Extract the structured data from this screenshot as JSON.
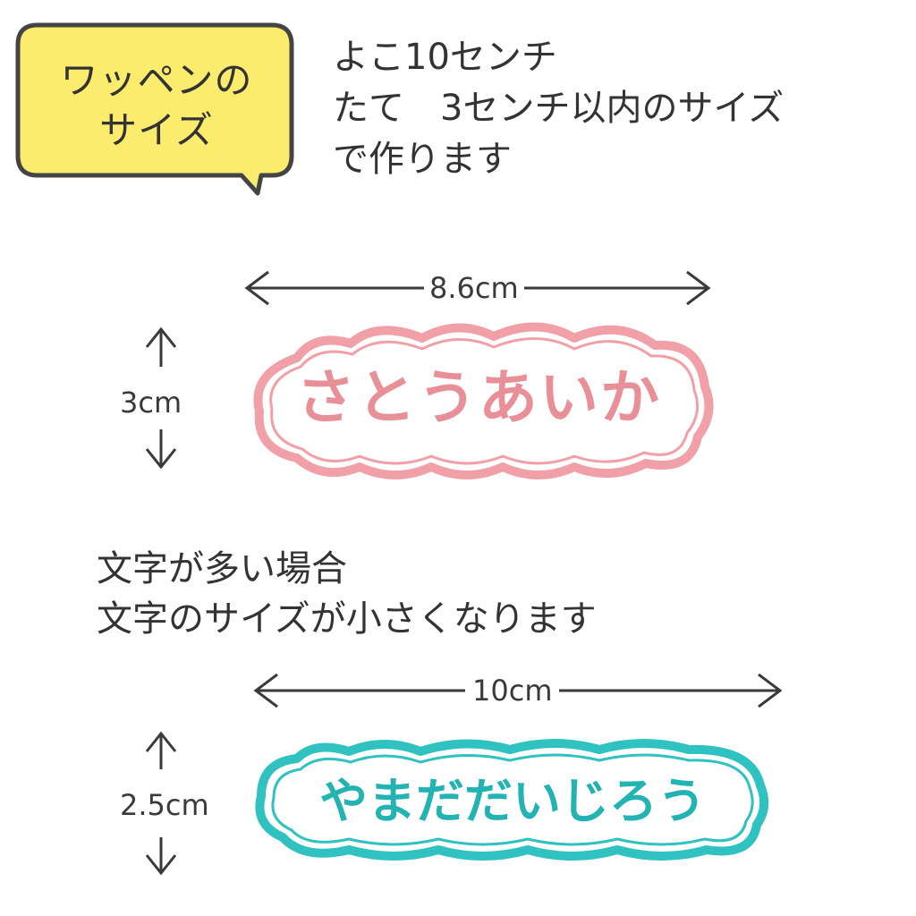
{
  "bubble": {
    "text": "ワッペンの\nサイズ",
    "fill": "#fcec6e",
    "stroke": "#444444"
  },
  "intro": {
    "text": "よこ10センチ\nたて　3センチ以内のサイズ\nで作ります"
  },
  "example1": {
    "width_label": "8.6cm",
    "height_label": "3cm",
    "patch_text": "さとうあいか",
    "color": "#f0a0a6",
    "text_color": "#e88f98"
  },
  "note": {
    "text": "文字が多い場合\n文字のサイズが小さくなります"
  },
  "example2": {
    "width_label": "10cm",
    "height_label": "2.5cm",
    "patch_text": "やまだだいじろう",
    "color": "#2fc2c0",
    "text_color": "#22b3b2"
  },
  "icons": {
    "arrow": "double-headed-arrow-icon"
  }
}
